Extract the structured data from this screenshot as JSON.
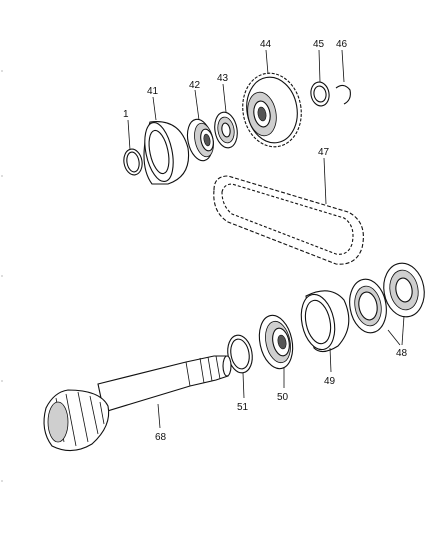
{
  "diagram": {
    "callouts": {
      "p1": "1",
      "p41": "41",
      "p42": "42",
      "p43": "43",
      "p44": "44",
      "p45": "45",
      "p46": "46",
      "p47": "47",
      "p48": "48",
      "p49": "49",
      "p50": "50",
      "p51": "51",
      "p68": "68"
    },
    "parts": [
      {
        "id": "1",
        "name": "snap ring"
      },
      {
        "id": "41",
        "name": "bearing cup"
      },
      {
        "id": "42",
        "name": "bearing cone"
      },
      {
        "id": "43",
        "name": "bearing"
      },
      {
        "id": "44",
        "name": "sprocket"
      },
      {
        "id": "45",
        "name": "thrust ring"
      },
      {
        "id": "46",
        "name": "snap ring"
      },
      {
        "id": "47",
        "name": "drive chain"
      },
      {
        "id": "48",
        "name": "bearing cup"
      },
      {
        "id": "49",
        "name": "bearing cup"
      },
      {
        "id": "50",
        "name": "bearing cone"
      },
      {
        "id": "51",
        "name": "snap ring"
      },
      {
        "id": "68",
        "name": "pinion shaft"
      }
    ]
  }
}
